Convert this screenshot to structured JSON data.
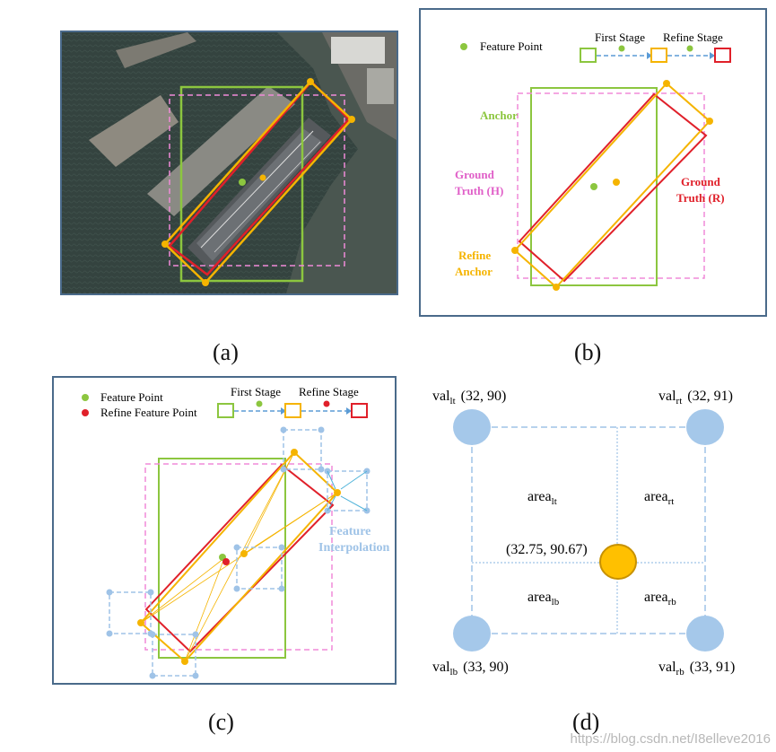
{
  "captions": {
    "a": "(a)",
    "b": "(b)",
    "c": "(c)",
    "d": "(d)"
  },
  "panel_b": {
    "legend_feature": "Feature Point",
    "first_stage": "First Stage",
    "refine_stage": "Refine Stage",
    "anchor": "Anchor",
    "gt_h_line1": "Ground",
    "gt_h_line2": "Truth (H)",
    "gt_r_line1": "Ground",
    "gt_r_line2": "Truth (R)",
    "refine_line1": "Refine",
    "refine_line2": "Anchor"
  },
  "panel_c": {
    "legend_feature": "Feature Point",
    "legend_refine": "Refine Feature Point",
    "first_stage": "First Stage",
    "refine_stage": "Refine Stage",
    "interp_line1": "Feature",
    "interp_line2": "Interpolation"
  },
  "panel_d": {
    "val_lt_prefix": "val",
    "val_lt_sub": "lt",
    "val_lt_coord": "(32,  90)",
    "val_rt_prefix": "val",
    "val_rt_sub": "rt",
    "val_rt_coord": "(32,  91)",
    "val_lb_prefix": "val",
    "val_lb_sub": "lb",
    "val_lb_coord": "(33,  90)",
    "val_rb_prefix": "val",
    "val_rb_sub": "rb",
    "val_rb_coord": "(33,  91)",
    "area_prefix": "area",
    "area_lt_sub": "lt",
    "area_rt_sub": "rt",
    "area_lb_sub": "lb",
    "area_rb_sub": "rb",
    "center_coord": "(32.75,  90.67)"
  },
  "watermark": "https://blog.csdn.net/I8elleve2016",
  "colors": {
    "anchor_green": "#8cc63f",
    "gt_pink": "#f08ad8",
    "gt_red": "#e0202a",
    "refine_orange": "#f5b400",
    "interp_blue": "#9fc3e7",
    "frame": "#4a6a8a"
  }
}
